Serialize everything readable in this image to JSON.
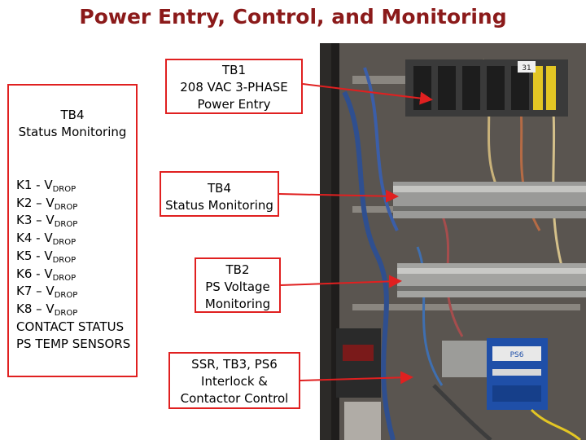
{
  "title": "Power Entry, Control, and Monitoring",
  "left_panel": {
    "heading_line1": "TB4",
    "heading_line2": "Status Monitoring",
    "k_items": [
      {
        "label": "K1 - V",
        "sub": "DROP"
      },
      {
        "label": "K2 – V",
        "sub": "DROP"
      },
      {
        "label": "K3 – V",
        "sub": "DROP"
      },
      {
        "label": "K4 - V",
        "sub": "DROP"
      },
      {
        "label": "K5 - V",
        "sub": "DROP"
      },
      {
        "label": "K6 - V",
        "sub": "DROP"
      },
      {
        "label": "K7 – V",
        "sub": "DROP"
      },
      {
        "label": "K8 – V",
        "sub": "DROP"
      }
    ],
    "extra_line1": "CONTACT STATUS",
    "extra_line2": "PS TEMP SENSORS"
  },
  "callouts": {
    "tb1": {
      "line1": "TB1",
      "line2": "208 VAC 3-PHASE",
      "line3": "Power Entry"
    },
    "tb4": {
      "line1": "TB4",
      "line2": "Status Monitoring"
    },
    "tb2": {
      "line1": "TB2",
      "line2": "PS Voltage",
      "line3": "Monitoring"
    },
    "ssr": {
      "line1": "SSR, TB3, PS6",
      "line2": "Interlock &",
      "line3": "Contactor Control"
    }
  },
  "photo_labels": {
    "block_number": "31",
    "ps_label": "PS6"
  },
  "colors": {
    "title": "#8b1a1a",
    "callout_border": "#e02020",
    "arrow": "#e02020"
  }
}
